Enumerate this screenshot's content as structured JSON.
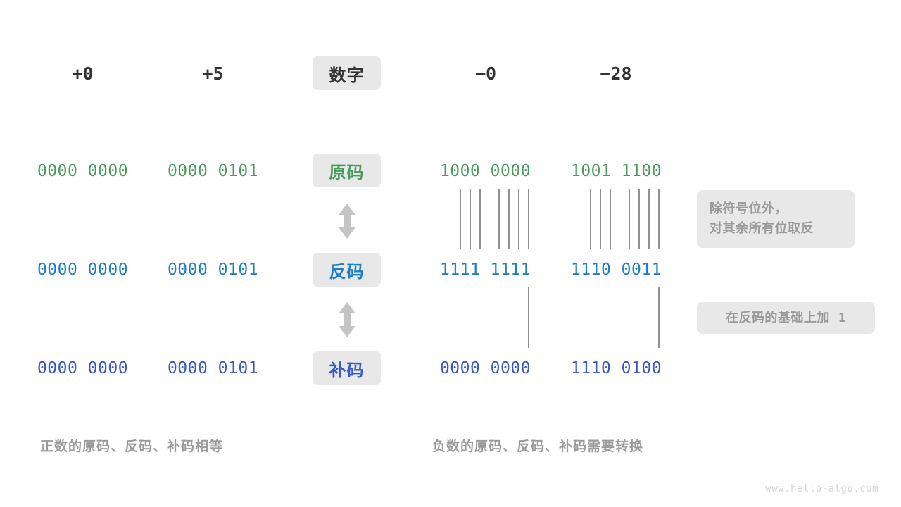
{
  "page": {
    "background": "#ffffff",
    "watermark": "www.hello-algo.com"
  },
  "colors": {
    "text_dark": "#333333",
    "green": "#4a9a5e",
    "blue_ones": "#1f7fc4",
    "blue_twos": "#3858c8",
    "gray_muted": "#9a9a9a",
    "pill_bg": "#e8e8e8",
    "tick_line": "#909090",
    "arrow": "#c4c4c4"
  },
  "header": {
    "row_label": "数字",
    "numbers": {
      "pos_zero": "+0",
      "pos_five": "+5",
      "neg_zero": "−0",
      "neg_twentyeight": "−28"
    }
  },
  "rows": [
    {
      "id": "yuan",
      "label": "原码",
      "label_color": "#4a9a5e",
      "values": {
        "pos_zero": "0000 0000",
        "pos_five": "0000 0101",
        "neg_zero": "1000 0000",
        "neg_twentyeight": "1001 1100"
      }
    },
    {
      "id": "fan",
      "label": "反码",
      "label_color": "#1f7fc4",
      "values": {
        "pos_zero": "0000 0000",
        "pos_five": "0000 0101",
        "neg_zero": "1111 1111",
        "neg_twentyeight": "1110 0011"
      }
    },
    {
      "id": "bu",
      "label": "补码",
      "label_color": "#3858c8",
      "values": {
        "pos_zero": "0000 0000",
        "pos_five": "0000 0101",
        "neg_zero": "0000 0000",
        "neg_twentyeight": "1110 0100"
      }
    }
  ],
  "notes": {
    "invert": {
      "line1": "除符号位外，",
      "line2": "对其余所有位取反"
    },
    "add_one": {
      "text": "在反码的基础上加",
      "value": "1"
    }
  },
  "captions": {
    "positive": "正数的原码、反码、补码相等",
    "negative": "负数的原码、反码、补码需要转换"
  },
  "arrows": {
    "between_yuan_fan": "up-down-arrow",
    "between_fan_bu": "up-down-arrow"
  }
}
